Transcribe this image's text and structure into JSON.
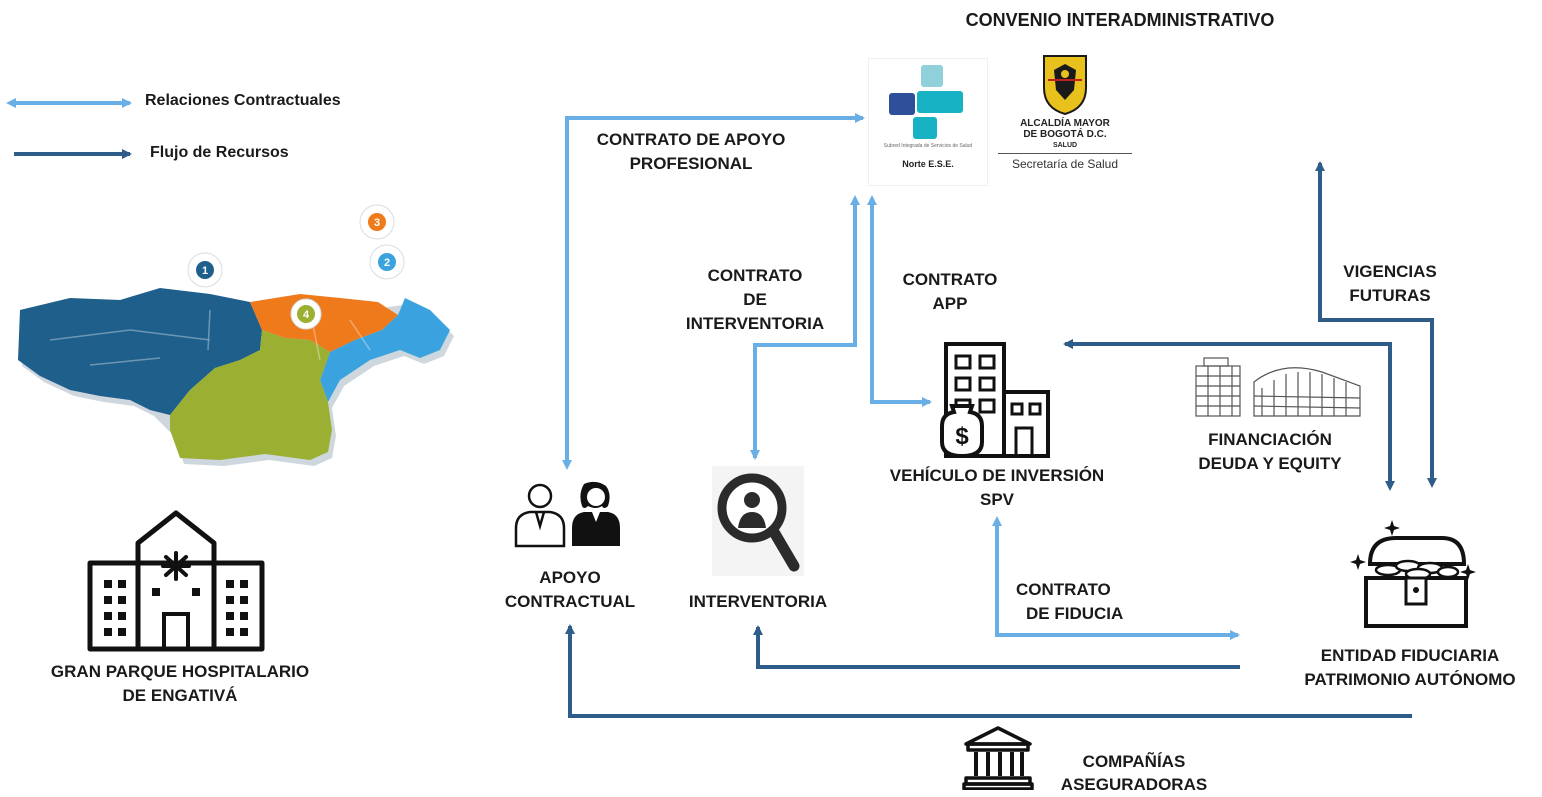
{
  "title": "CONVENIO INTERADMINISTRATIVO",
  "legend": {
    "contractual": "Relaciones Contractuales",
    "resources": "Flujo de Recursos"
  },
  "colors": {
    "contractual": "#6aaee6",
    "resources": "#2e5d8a",
    "map_dark": "#1f5f8b",
    "map_orange": "#ee7a1c",
    "map_green": "#9bb032",
    "map_light": "#3aa3df"
  },
  "map_markers": [
    "1",
    "2",
    "3",
    "4"
  ],
  "nodes": {
    "hospital": {
      "line1": "GRAN PARQUE HOSPITALARIO",
      "line2": "DE ENGATIVÁ",
      "icon": "hospital-icon"
    },
    "apoyo": {
      "line1": "APOYO",
      "line2": "CONTRACTUAL",
      "icon": "people-icon"
    },
    "interventoria": {
      "line1": "INTERVENTORIA",
      "icon": "magnifier-icon"
    },
    "spv": {
      "line1": "VEHÍCULO  DE INVERSIÓN",
      "line2": "SPV",
      "icon": "building-money-icon"
    },
    "fiduciaria": {
      "line1": "ENTIDAD FIDUCIARIA",
      "line2": "PATRIMONIO  AUTÓNOMO",
      "icon": "treasure-chest-icon"
    },
    "aseguradoras": {
      "line1": "COMPAÑÍAS",
      "line2": "ASEGURADORAS",
      "icon": "bank-icon"
    },
    "financiacion": {
      "line1": "FINANCIACIÓN",
      "line2": "DEUDA Y EQUITY",
      "icon": "buildings-sketch-icon"
    }
  },
  "logos": {
    "norte": {
      "caption": "Norte E.S.E.",
      "small": "Subred Integrada de Servicios de Salud"
    },
    "alcaldia": {
      "line1": "ALCALDÍA MAYOR",
      "line2": "DE BOGOTÁ D.C.",
      "line3": "SALUD",
      "line4": "Secretaría de Salud"
    }
  },
  "edges": {
    "apoyo_profesional": {
      "line1": "CONTRATO DE APOYO",
      "line2": "PROFESIONAL"
    },
    "interventoria": {
      "line1": "CONTRATO",
      "line2": "DE",
      "line3": "INTERVENTORIA"
    },
    "app": {
      "line1": "CONTRATO",
      "line2": "APP"
    },
    "vigencias": {
      "line1": "VIGENCIAS",
      "line2": "FUTURAS"
    },
    "fiducia": {
      "line1": "CONTRATO",
      "line2": "DE FIDUCIA"
    }
  }
}
